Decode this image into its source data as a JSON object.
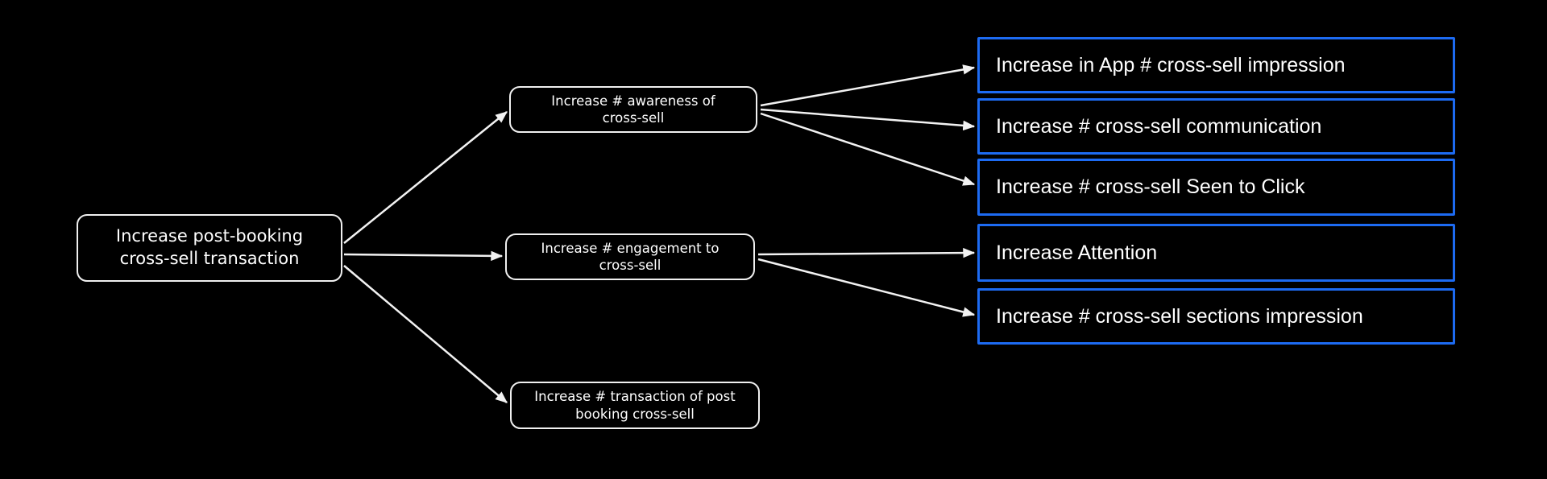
{
  "theme": {
    "canvas_bg": "#000000",
    "node_border": "#f0f0f0",
    "node_text": "#ffffff",
    "accent_blue": "#1d6bf2",
    "arrow_color": "#f2f2f2"
  },
  "nodes": {
    "root": {
      "id": "root",
      "lines": [
        "Increase post-booking",
        "cross-sell transaction"
      ],
      "label": "Increase post-booking cross-sell transaction"
    },
    "awareness": {
      "id": "awareness",
      "lines": [
        "Increase # awareness of",
        "cross-sell"
      ],
      "label": "Increase # awareness of cross-sell"
    },
    "engagement": {
      "id": "engagement",
      "lines": [
        "Increase # engagement to",
        "cross-sell"
      ],
      "label": "Increase # engagement to cross-sell"
    },
    "transaction": {
      "id": "transaction",
      "lines": [
        "Increase # transaction of post",
        "booking cross-sell"
      ],
      "label": "Increase # transaction of post booking cross-sell"
    },
    "app_impression": {
      "id": "app_impression",
      "label": "Increase in App # cross-sell impression"
    },
    "communication": {
      "id": "communication",
      "label": "Increase # cross-sell communication"
    },
    "seen_to_click": {
      "id": "seen_to_click",
      "label": "Increase # cross-sell Seen to Click"
    },
    "attention": {
      "id": "attention",
      "label": "Increase Attention"
    },
    "sections_impression": {
      "id": "sections_impression",
      "label": "Increase # cross-sell sections impression"
    }
  },
  "edges": [
    {
      "from": "root",
      "to": "awareness"
    },
    {
      "from": "root",
      "to": "engagement"
    },
    {
      "from": "root",
      "to": "transaction"
    },
    {
      "from": "awareness",
      "to": "app_impression"
    },
    {
      "from": "awareness",
      "to": "communication"
    },
    {
      "from": "awareness",
      "to": "seen_to_click"
    },
    {
      "from": "engagement",
      "to": "attention"
    },
    {
      "from": "engagement",
      "to": "sections_impression"
    }
  ]
}
